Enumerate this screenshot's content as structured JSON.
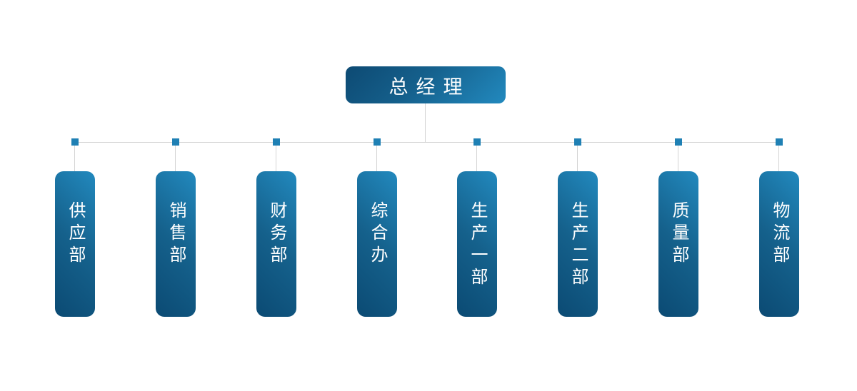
{
  "org_chart": {
    "background": "#ffffff",
    "colors": {
      "node_gradient_dark": "#0b4a73",
      "node_gradient_light": "#2289be",
      "connector_square": "#1f80b4",
      "connector_line": "#d4d4d4",
      "node_text": "#ffffff"
    },
    "root": {
      "label": "总经理"
    },
    "departments": [
      {
        "label": "供应部"
      },
      {
        "label": "销售部"
      },
      {
        "label": "财务部"
      },
      {
        "label": "综合办"
      },
      {
        "label": "生产一部"
      },
      {
        "label": "生产二部"
      },
      {
        "label": "质量部"
      },
      {
        "label": "物流部"
      }
    ]
  }
}
